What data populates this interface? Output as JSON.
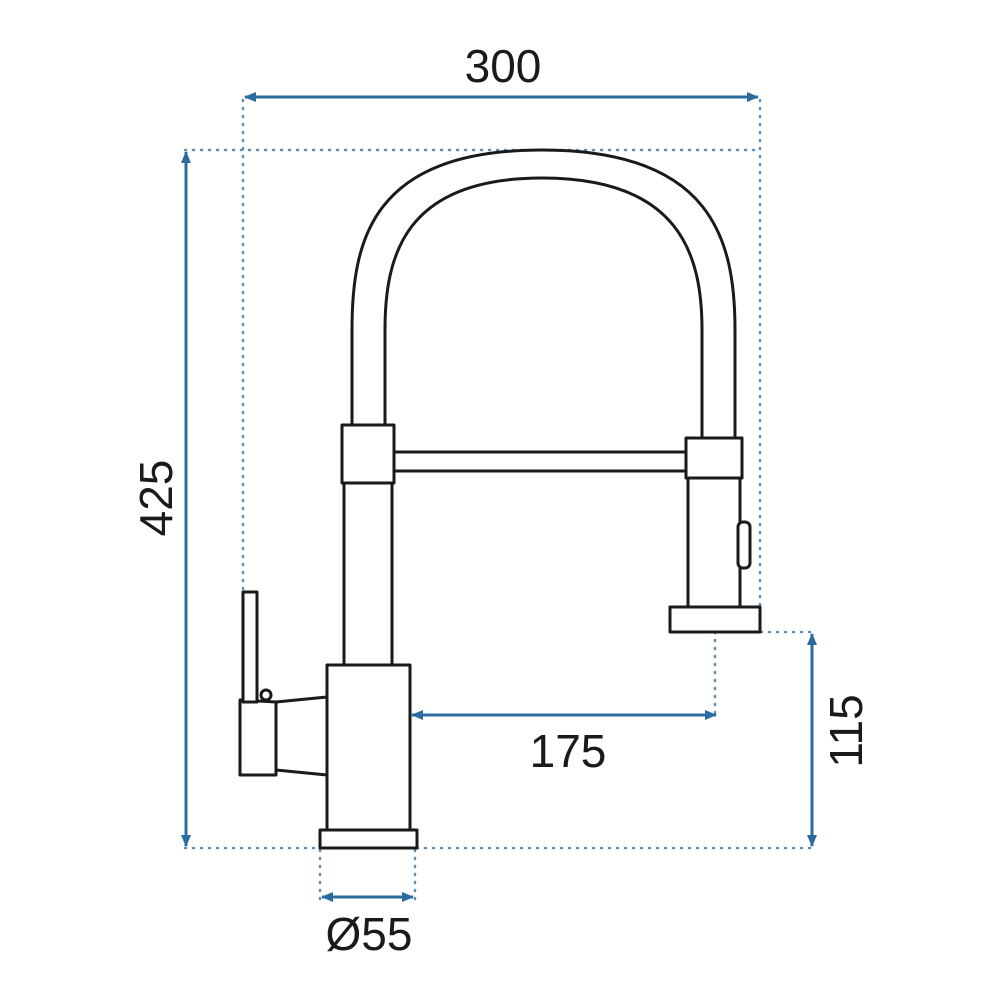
{
  "diagram": {
    "colors": {
      "dimension": "#2b6b9e",
      "outline": "#1a1a1a",
      "guide": "#5b8fb5",
      "background": "#ffffff"
    },
    "dimensions": {
      "width": {
        "label": "300",
        "value": 300
      },
      "height": {
        "label": "425",
        "value": 425
      },
      "reach": {
        "label": "175",
        "value": 175
      },
      "spout_height": {
        "label": "115",
        "value": 115
      },
      "base_diameter": {
        "label": "Ø55",
        "value": 55
      }
    }
  }
}
